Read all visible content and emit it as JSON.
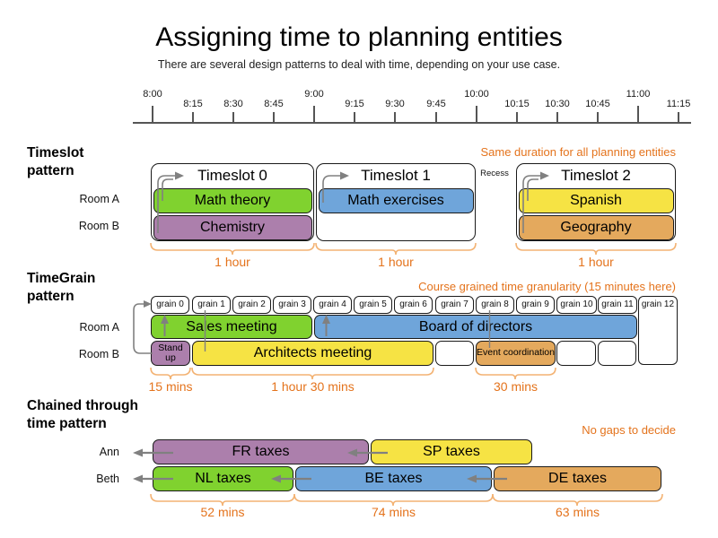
{
  "title": "Assigning time to planning entities",
  "subtitle": "There are several design patterns to deal with time, depending on your use case.",
  "timeline": {
    "ticks": [
      {
        "label": "8:00",
        "major": true
      },
      {
        "label": "8:15",
        "major": false
      },
      {
        "label": "8:30",
        "major": false
      },
      {
        "label": "8:45",
        "major": false
      },
      {
        "label": "9:00",
        "major": true
      },
      {
        "label": "9:15",
        "major": false
      },
      {
        "label": "9:30",
        "major": false
      },
      {
        "label": "9:45",
        "major": false
      },
      {
        "label": "10:00",
        "major": true
      },
      {
        "label": "10:15",
        "major": false
      },
      {
        "label": "10:30",
        "major": false
      },
      {
        "label": "10:45",
        "major": false
      },
      {
        "label": "11:00",
        "major": true
      },
      {
        "label": "11:15",
        "major": false
      }
    ]
  },
  "sections": {
    "timeslot": {
      "label_line1": "Timeslot",
      "label_line2": "pattern",
      "row_a": "Room A",
      "row_b": "Room B",
      "annotation": "Same duration for all planning entities",
      "gap_label": "Recess",
      "slots": [
        {
          "title": "Timeslot 0",
          "room_a": "Math theory",
          "room_b": "Chemistry",
          "duration": "1 hour"
        },
        {
          "title": "Timeslot 1",
          "room_a": "Math exercises",
          "room_b": "",
          "duration": "1 hour"
        },
        {
          "title": "Timeslot 2",
          "room_a": "Spanish",
          "room_b": "Geography",
          "duration": "1 hour"
        }
      ]
    },
    "timegrain": {
      "label_line1": "TimeGrain",
      "label_line2": "pattern",
      "row_a": "Room A",
      "row_b": "Room B",
      "annotation": "Course grained time granularity (15 minutes here)",
      "grains": [
        "grain 0",
        "grain 1",
        "grain 2",
        "grain 3",
        "grain 4",
        "grain 5",
        "grain 6",
        "grain 7",
        "grain 8",
        "grain 9",
        "grain 10",
        "grain 11",
        "grain 12"
      ],
      "room_a_entities": [
        "Sales meeting",
        "Board of directors"
      ],
      "room_b_entities": [
        "Stand up",
        "Architects meeting",
        "Event coordination"
      ],
      "durations": [
        "15 mins",
        "1 hour 30 mins",
        "30 mins"
      ]
    },
    "chained": {
      "label_line1": "Chained through",
      "label_line2": "time pattern",
      "row_a": "Ann",
      "row_b": "Beth",
      "annotation": "No gaps to decide",
      "ann_tasks": [
        "FR taxes",
        "SP taxes"
      ],
      "beth_tasks": [
        "NL taxes",
        "BE taxes",
        "DE taxes"
      ],
      "durations": [
        "52 mins",
        "74 mins",
        "63 mins"
      ]
    }
  },
  "colors": {
    "green": "#80d22f",
    "blue": "#6fa5da",
    "purple": "#ac7fac",
    "yellow": "#f6e344",
    "tan": "#e4a95d",
    "annotation": "#e4731c",
    "brace": "#f3b273",
    "arrow": "#808080"
  }
}
